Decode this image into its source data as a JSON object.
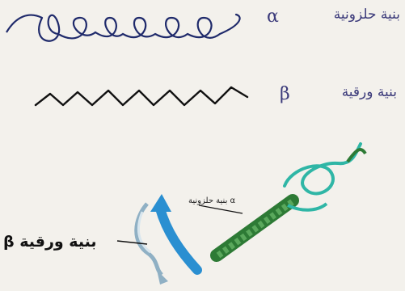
{
  "labels": {
    "alpha_text": "بنية حلزونية",
    "alpha_symbol": "α",
    "beta_text": "بنية ورقية",
    "beta_symbol": "β",
    "bottom_beta_text": "بنية ورقية β",
    "small_alpha_text": "α بنية حلزونية"
  },
  "colors": {
    "ink": "#1f2a6b",
    "helix_green": "#2d7a35",
    "ribbon_teal": "#2fb6a6",
    "arrow_blue": "#2a8fd1"
  }
}
